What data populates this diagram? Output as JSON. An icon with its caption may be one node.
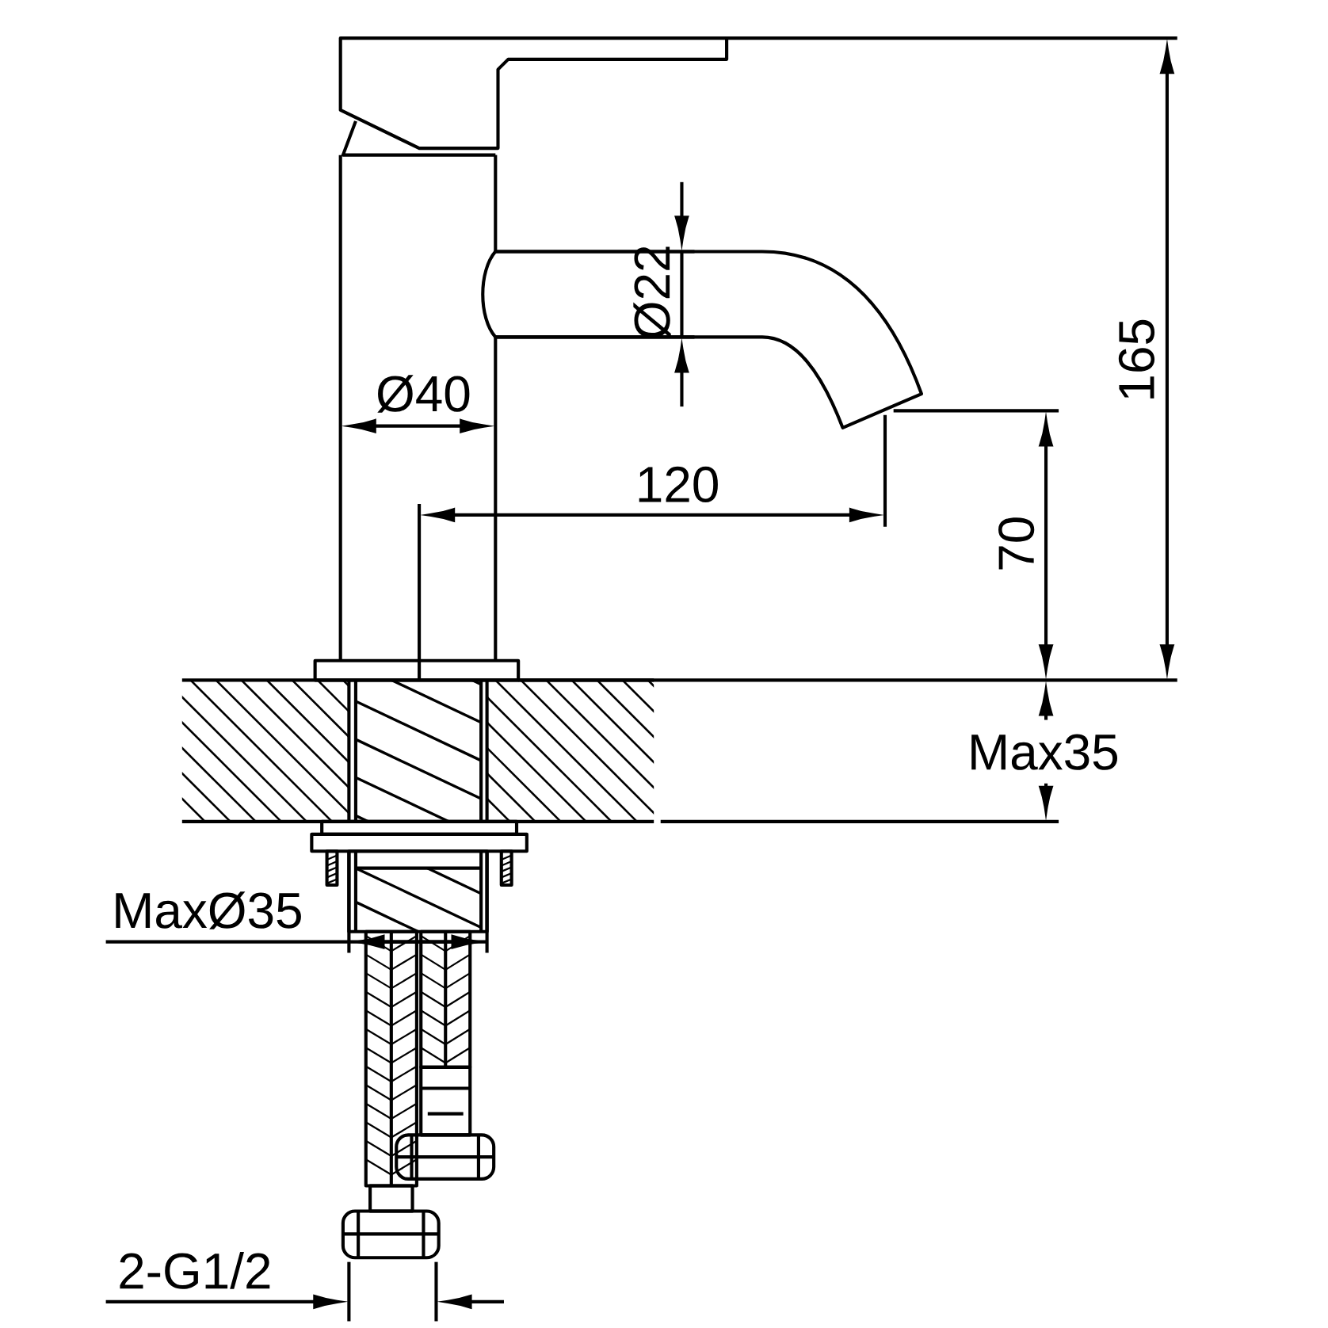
{
  "diagram": {
    "labels": [
      "165",
      "Ø22",
      "Ø40",
      "120",
      "70",
      "Max35",
      "MaxØ35",
      "2-G1/2"
    ]
  }
}
